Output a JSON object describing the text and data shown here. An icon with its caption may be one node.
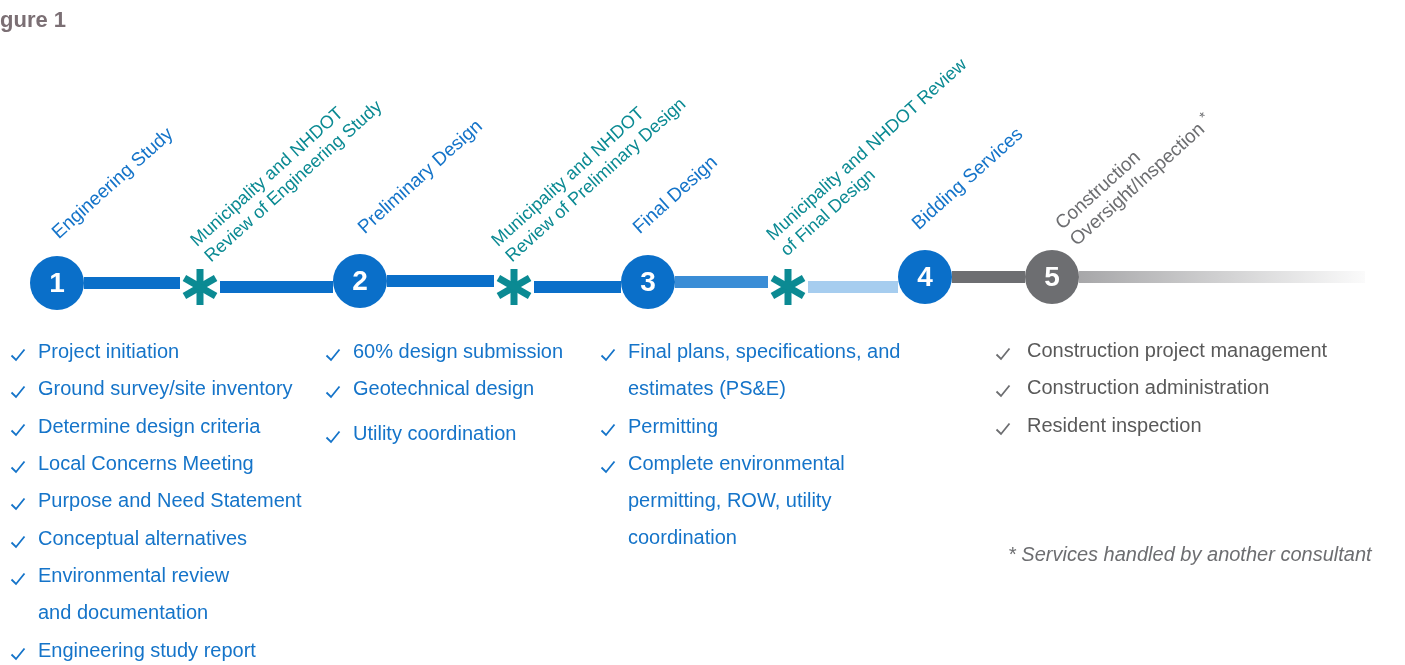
{
  "diagram": {
    "title": "gure 1",
    "nodes": [
      {
        "text": [
          "1"
        ],
        "beside": [
          "Engineering Study"
        ]
      },
      {
        "text": [],
        "shape": "star"
      },
      {
        "text": [
          "2"
        ],
        "beside": [
          "Preliminary Design"
        ]
      },
      {
        "text": [],
        "shape": "star"
      },
      {
        "text": [
          "3"
        ],
        "beside": [
          "Final Design"
        ]
      },
      {
        "text": [],
        "shape": "star"
      },
      {
        "text": [
          "4"
        ],
        "beside": [
          "Bidding Services"
        ]
      },
      {
        "text": [
          "5"
        ],
        "beside": [
          "Construction Oversight/Inspection $^{*}$"
        ]
      }
    ],
    "edges": [
      {
        "from": 0,
        "to": 1,
        "arrow": "none"
      },
      {
        "from": 1,
        "to": 2,
        "arrow": "none"
      },
      {
        "from": 2,
        "to": 3,
        "arrow": "none"
      },
      {
        "from": 3,
        "to": 4,
        "arrow": "none"
      },
      {
        "from": 4,
        "to": 5,
        "arrow": "none",
        "color": "#3a8dd6"
      },
      {
        "from": 5,
        "to": 6,
        "arrow": "none",
        "color": "#a6cdef"
      },
      {
        "from": 6,
        "to": 7,
        "arrow": "none",
        "color": "#6d6e71"
      },
      {
        "from": 7,
        "to": null,
        "arrow": "none",
        "color": "#a7a7a9"
      }
    ],
    "labels": [
      "Municipality and NHDOT Review of Engineering Study",
      "Municipality and NHDOT Review of Preliminary Design",
      "Municipality and NHDOT Review of Final Design",
      "Project initiation",
      "Ground survey/site inventory",
      "Determine design criteria",
      "Local Concerns Meeting",
      "Purpose and Need Statement",
      "Conceptual alternatives",
      "Environmental review and documentation",
      "Engineering study report",
      "60% design submission",
      "Geotechnical design",
      "Utility coordination",
      "Final plans, specifications, and estimates (PS&E)",
      "Permitting",
      "Complete environmental permitting, ROW, utility coordination",
      "Construction project management",
      "Construction administration",
      "Resident inspection",
      "* Services handled by another consultant"
    ]
  }
}
